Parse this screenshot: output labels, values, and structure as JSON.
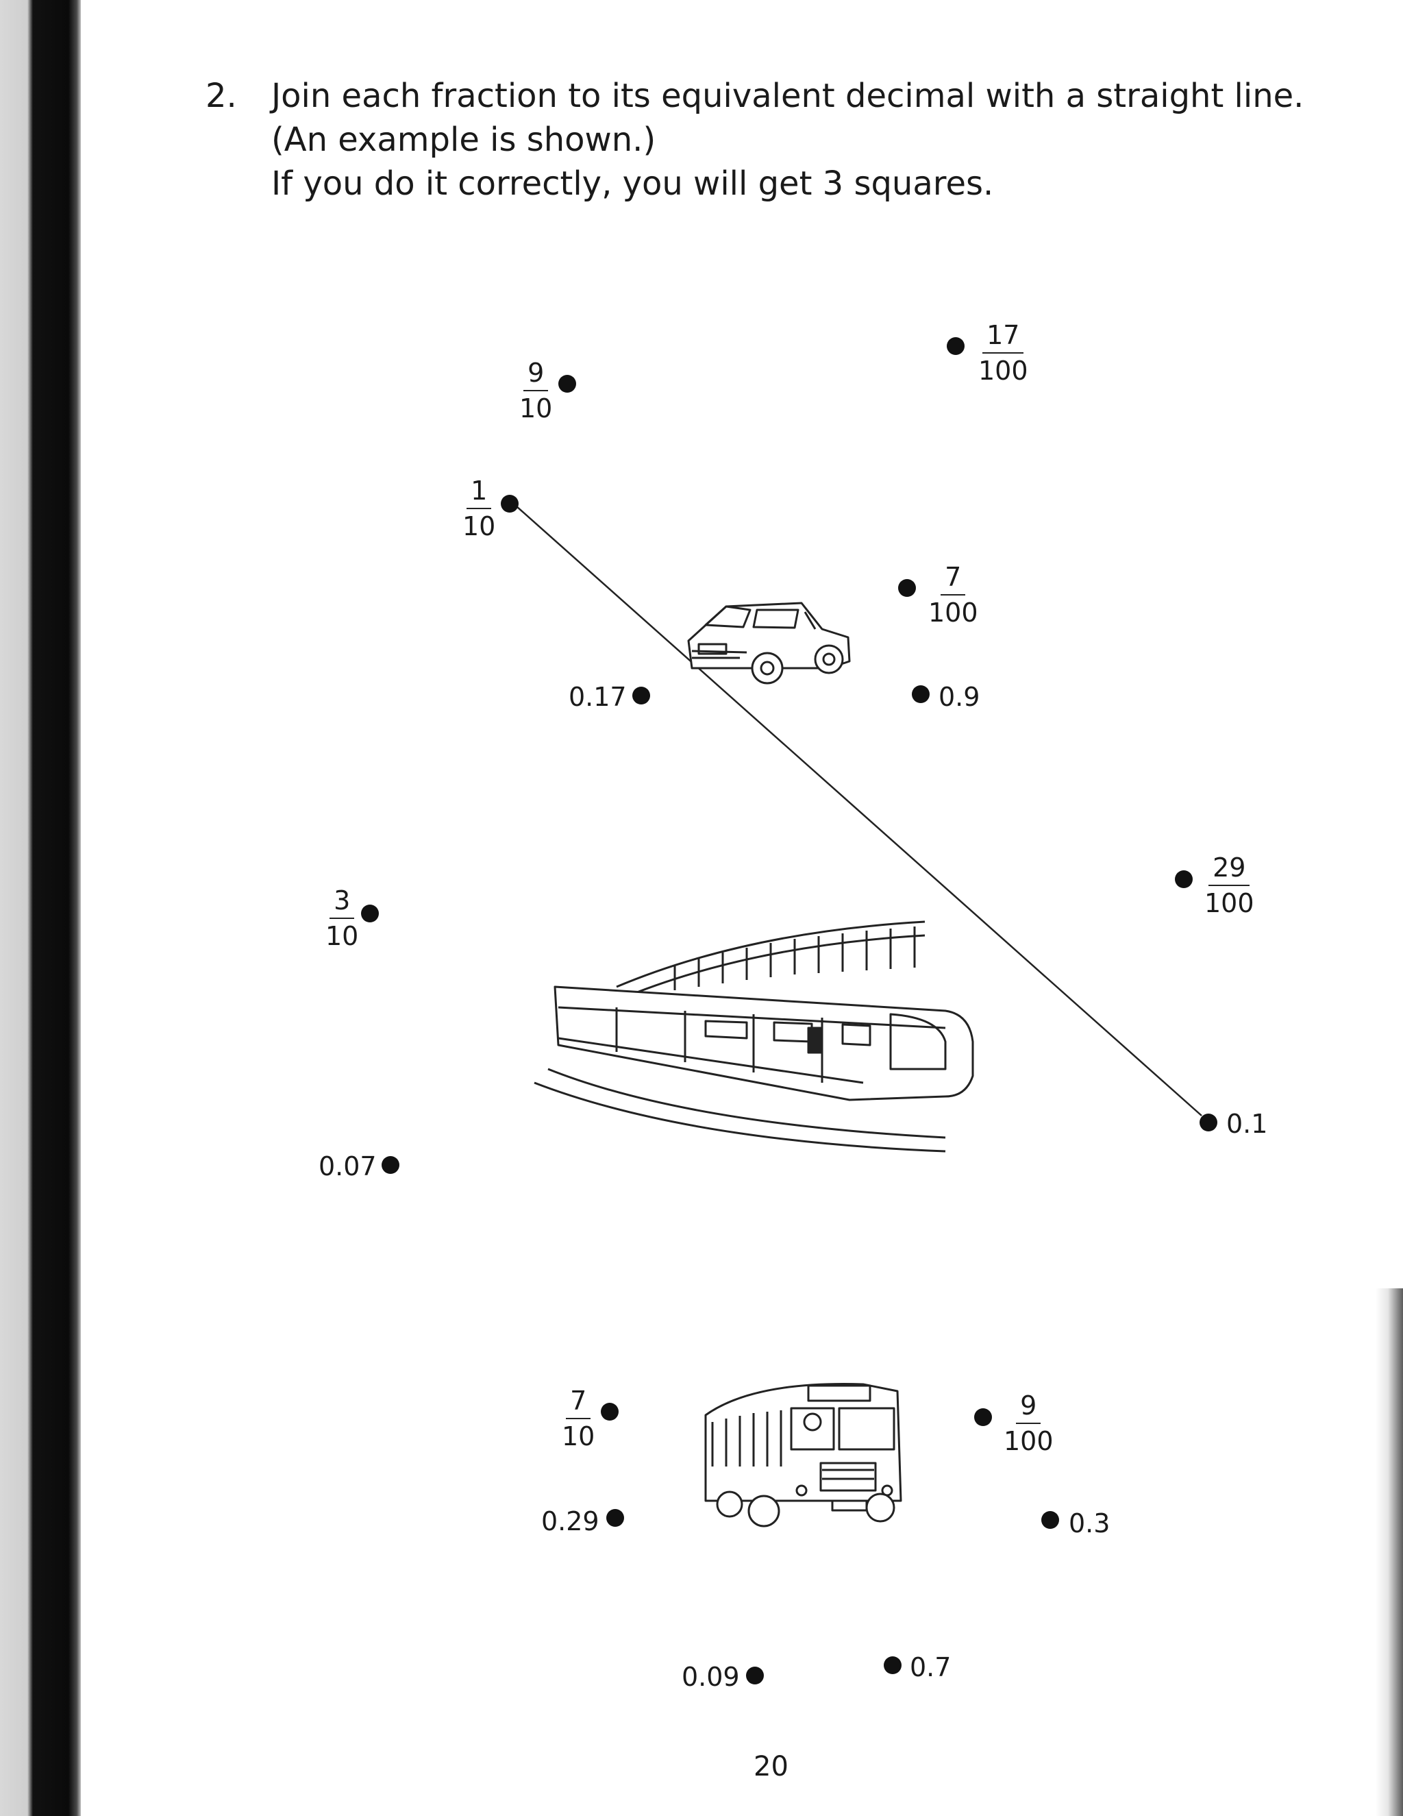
{
  "question": {
    "number": "2.",
    "line1": "Join each fraction to its equivalent decimal with a straight line.",
    "line2": "(An example is shown.)",
    "line3": "If you do it correctly, you will get 3 squares."
  },
  "fractions": [
    {
      "id": "9/10",
      "num": "9",
      "den": "10"
    },
    {
      "id": "17/100",
      "num": "17",
      "den": "100"
    },
    {
      "id": "1/10",
      "num": "1",
      "den": "10"
    },
    {
      "id": "7/100",
      "num": "7",
      "den": "100"
    },
    {
      "id": "29/100",
      "num": "29",
      "den": "100"
    },
    {
      "id": "3/10",
      "num": "3",
      "den": "10"
    },
    {
      "id": "7/10",
      "num": "7",
      "den": "10"
    },
    {
      "id": "9/100",
      "num": "9",
      "den": "100"
    }
  ],
  "decimals": [
    "0.17",
    "0.9",
    "0.1",
    "0.07",
    "0.29",
    "0.3",
    "0.09",
    "0.7"
  ],
  "example_connection": {
    "from": "1/10",
    "to": "0.1"
  },
  "illustrations": [
    "car-illustration",
    "train-illustration",
    "bus-illustration"
  ],
  "page_number": "20"
}
